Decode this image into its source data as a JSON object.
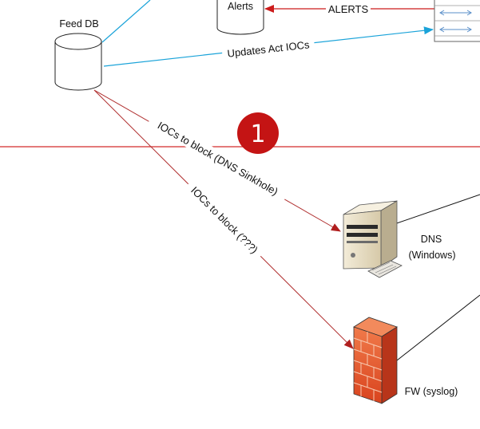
{
  "nodes": {
    "feed_db": {
      "label": "Feed DB"
    },
    "alerts": {
      "label": "Alerts"
    },
    "dns": {
      "label_line1": "DNS",
      "label_line2": "(Windows)"
    },
    "fw": {
      "label": "FW (syslog)"
    }
  },
  "edges": {
    "alerts": {
      "label": "ALERTS"
    },
    "updates": {
      "label": "Updates Act IOCs"
    },
    "dns_block": {
      "label": "IOCs to block (DNS Sinkhole)"
    },
    "fw_block": {
      "label": "IOCs to block (???)"
    }
  },
  "badge": {
    "number": "1"
  },
  "colors": {
    "alert_arrow": "#cc1b1b",
    "updates_arrow": "#1aa3d9",
    "block_arrow": "#b03030",
    "boundary_line": "#d42a2a",
    "badge_fill": "#c41414",
    "firewall": "#e8552c",
    "server": "#e6dcc4"
  },
  "icons": [
    "database-icon",
    "server-icon",
    "firewall-icon",
    "event-list-icon"
  ]
}
